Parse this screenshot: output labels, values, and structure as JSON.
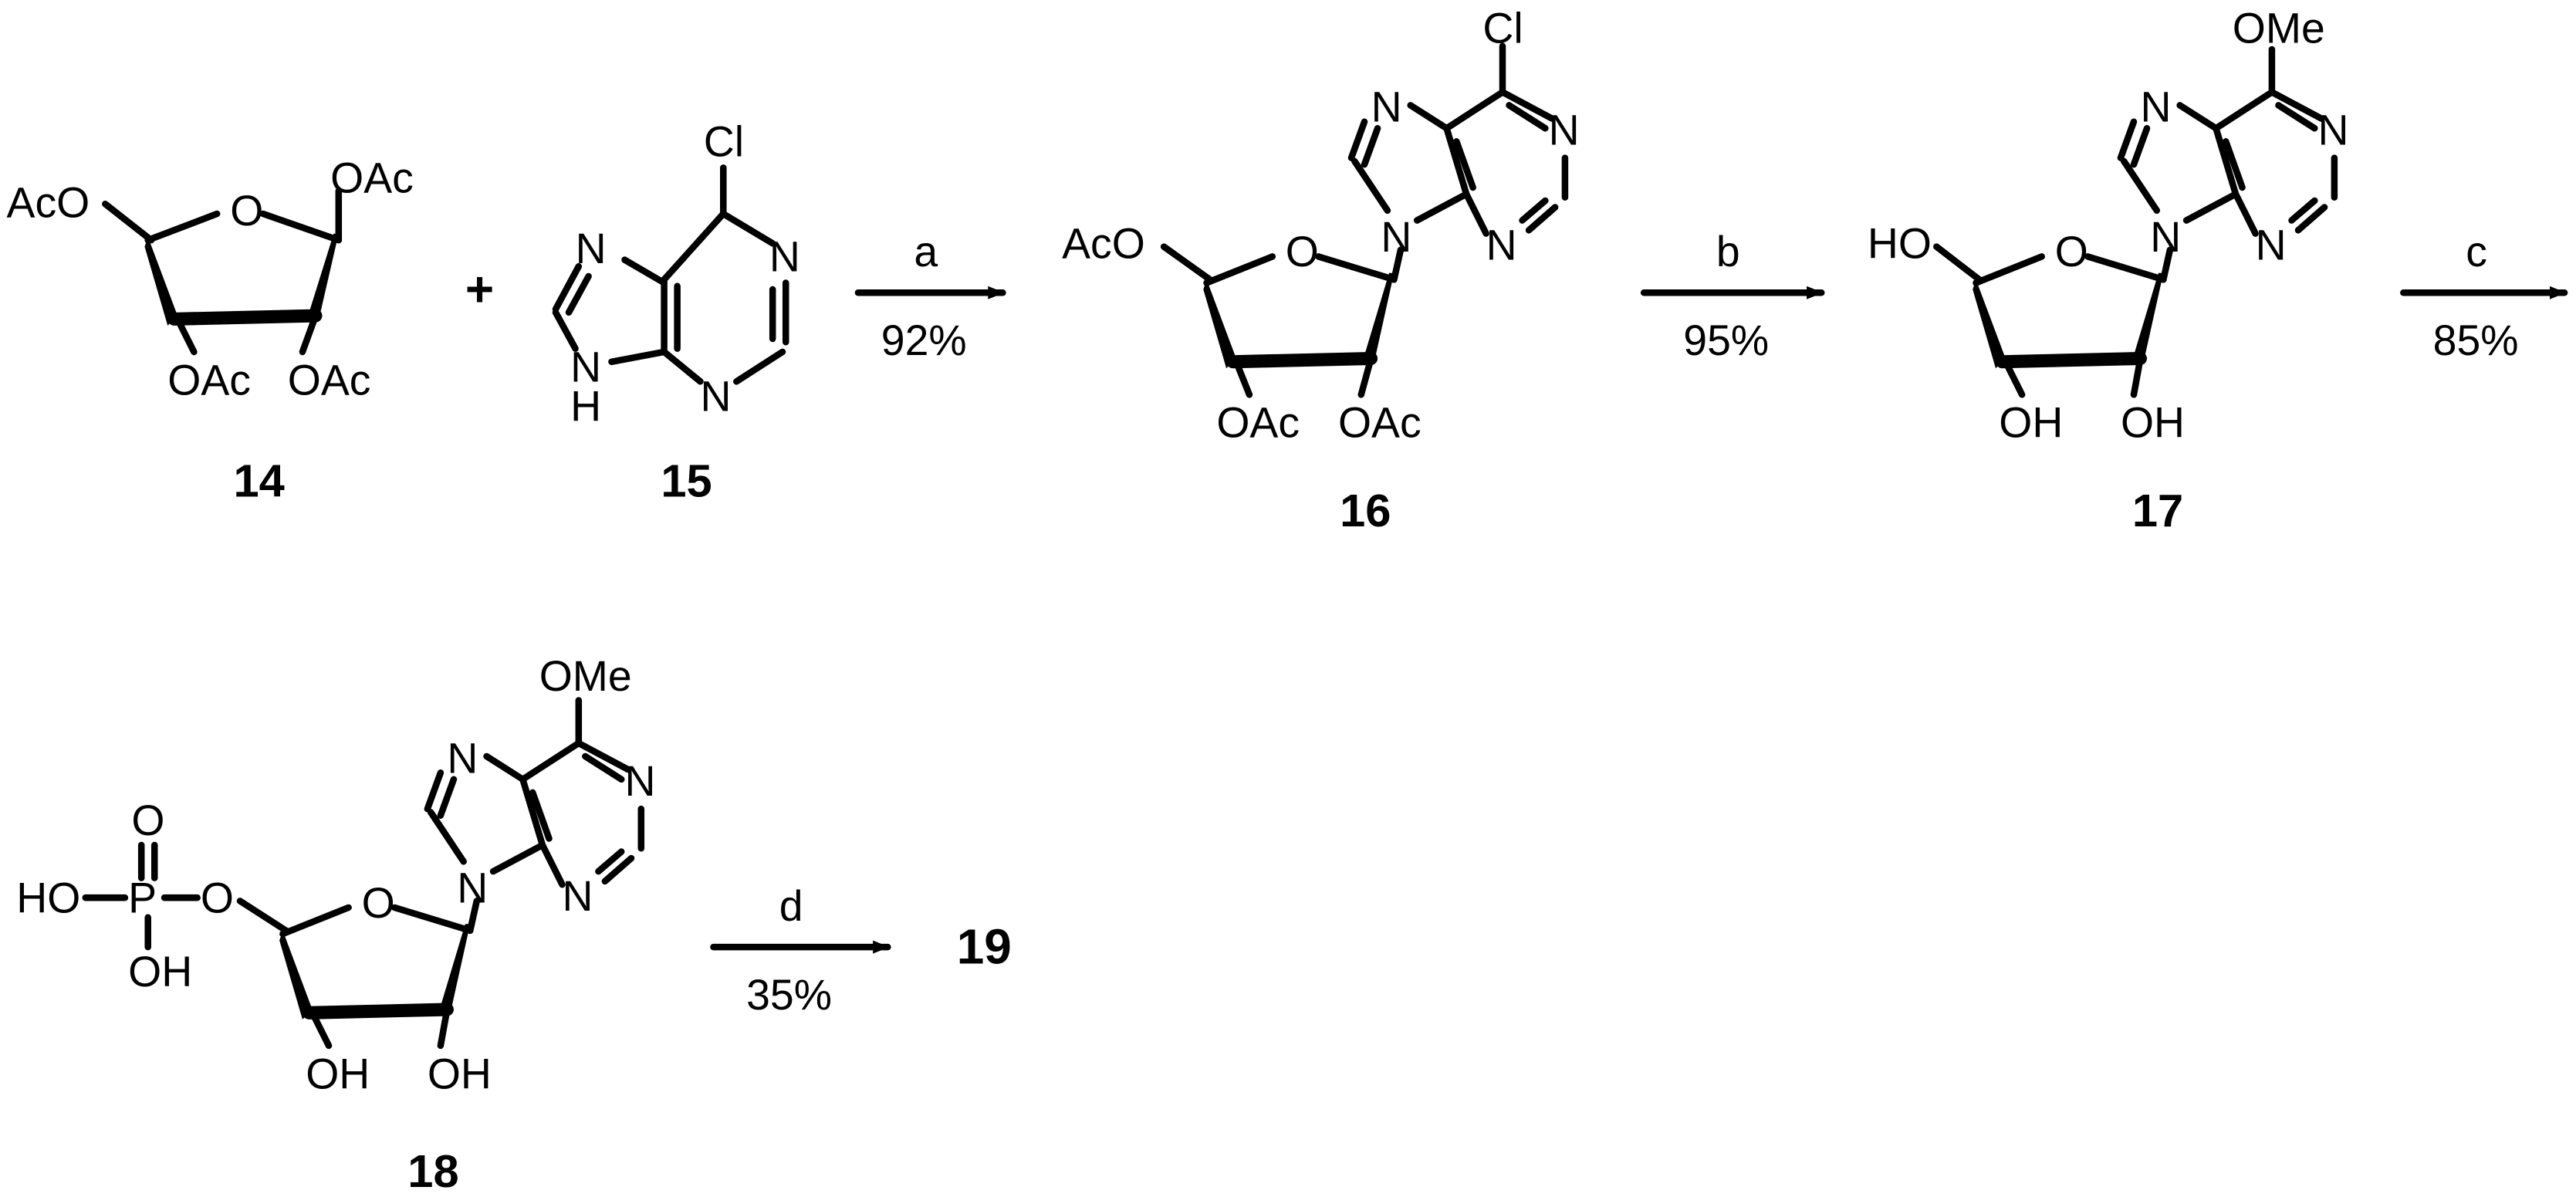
{
  "atoms": {
    "AcO": "AcO",
    "OAc": "OAc",
    "O": "O",
    "N": "N",
    "H": "H",
    "Cl": "Cl",
    "OMe": "OMe",
    "HO": "HO",
    "OH": "OH",
    "P": "P",
    "plus": "+"
  },
  "compounds": {
    "c14": "14",
    "c15": "15",
    "c16": "16",
    "c17": "17",
    "c18": "18",
    "c19": "19"
  },
  "steps": [
    {
      "reagent": "a",
      "yield": "92%"
    },
    {
      "reagent": "b",
      "yield": "95%"
    },
    {
      "reagent": "c",
      "yield": "85%"
    },
    {
      "reagent": "d",
      "yield": "35%"
    }
  ]
}
